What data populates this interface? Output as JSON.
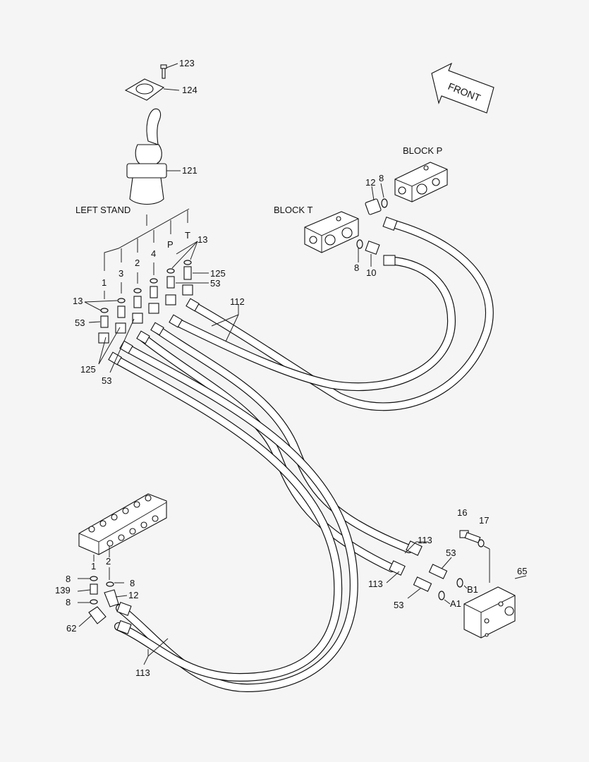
{
  "labels": {
    "p123": "123",
    "p124": "124",
    "p121": "121",
    "left_stand": "LEFT STAND",
    "front": "FRONT",
    "block_p": "BLOCK P",
    "block_t": "BLOCK T",
    "port_t": "T",
    "port_p": "P",
    "port_4": "4",
    "port_2": "2",
    "port_3": "3",
    "port_1": "1",
    "p13_top": "13",
    "p13_left": "13",
    "p125_right": "125",
    "p53_right": "53",
    "p53_left": "53",
    "p125_left": "125",
    "p53_bottom": "53",
    "p112": "112",
    "p12_blockp": "12",
    "p8_blockp": "8",
    "p8_blockt": "8",
    "p10": "10",
    "p16": "16",
    "p17": "17",
    "p65": "65",
    "p113_right_top": "113",
    "p53_rt": "53",
    "b1": "B1",
    "p113_right_bot": "113",
    "p53_rb": "53",
    "a1": "A1",
    "manifold_1": "1",
    "manifold_2": "2",
    "p8_a": "8",
    "p8_b": "8",
    "p139": "139",
    "p12_bottom": "12",
    "p8_c": "8",
    "p62": "62",
    "p113_bottom": "113"
  },
  "colors": {
    "background": "#f5f5f5",
    "line": "#111111",
    "fill": "#ffffff"
  }
}
